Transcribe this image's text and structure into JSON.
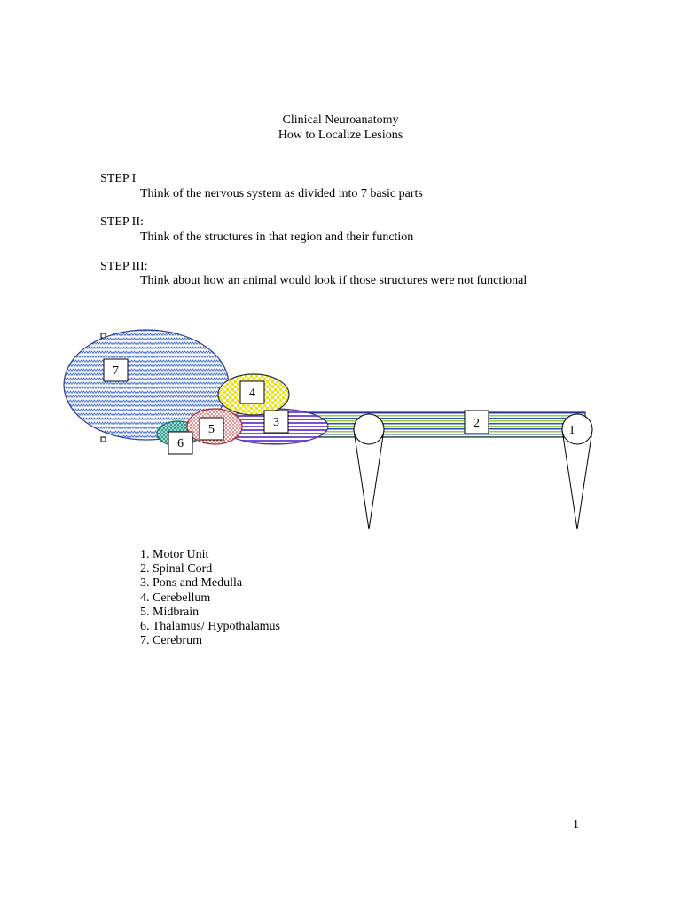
{
  "header": {
    "title": "Clinical Neuroanatomy",
    "subtitle": "How to Localize Lesions"
  },
  "steps": [
    {
      "heading": "STEP I",
      "text": "Think of the nervous system as divided into 7 basic parts"
    },
    {
      "heading": "STEP II:",
      "text": "Think of the structures in that region and their function"
    },
    {
      "heading": "STEP III:",
      "text": "Think about how an animal would look if those structures were not functional"
    }
  ],
  "diagram": {
    "labels": {
      "cerebrum": "7",
      "cerebellum": "4",
      "pons_medulla": "3",
      "midbrain": "5",
      "thalamus": "6",
      "spinal_cord": "2",
      "motor_unit": "1"
    },
    "colors": {
      "cerebrum": "#2f5fd8",
      "cerebellum": "#f2e200",
      "pons_medulla": "#7b4fd6",
      "midbrain": "#e03a3a",
      "thalamus": "#2e9c8f",
      "spinal_cord_green": "#9acd32",
      "spinal_cord_blue": "#2a4fc0"
    }
  },
  "legend": {
    "items": [
      "1. Motor Unit",
      "2. Spinal Cord",
      "3. Pons and Medulla",
      "4. Cerebellum",
      "5. Midbrain",
      "6. Thalamus/ Hypothalamus",
      "7. Cerebrum"
    ]
  },
  "footer": {
    "page_number": "1"
  }
}
